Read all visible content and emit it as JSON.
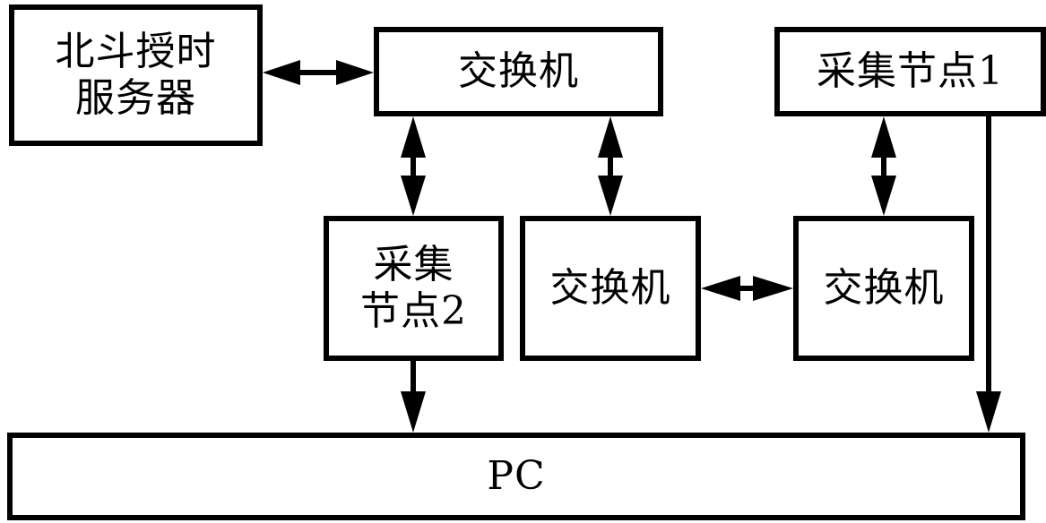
{
  "diagram": {
    "type": "block-diagram",
    "nodes": {
      "beidou_server": {
        "lines": [
          "北斗授时",
          "服务器"
        ]
      },
      "switch_top": {
        "label": "交换机"
      },
      "node1": {
        "label": "采集节点1"
      },
      "node2": {
        "lines": [
          "采集",
          "节点2"
        ]
      },
      "switch_mid": {
        "label": "交换机"
      },
      "switch_right": {
        "label": "交换机"
      },
      "pc": {
        "label": "PC"
      }
    },
    "edges": [
      {
        "from": "beidou_server",
        "to": "switch_top",
        "direction": "bidirectional"
      },
      {
        "from": "switch_top",
        "to": "node2",
        "direction": "bidirectional"
      },
      {
        "from": "switch_top",
        "to": "switch_mid",
        "direction": "bidirectional"
      },
      {
        "from": "switch_mid",
        "to": "switch_right",
        "direction": "bidirectional"
      },
      {
        "from": "node1",
        "to": "switch_right",
        "direction": "bidirectional"
      },
      {
        "from": "node2",
        "to": "pc",
        "direction": "forward"
      },
      {
        "from": "node1",
        "to": "pc",
        "direction": "forward"
      }
    ]
  }
}
